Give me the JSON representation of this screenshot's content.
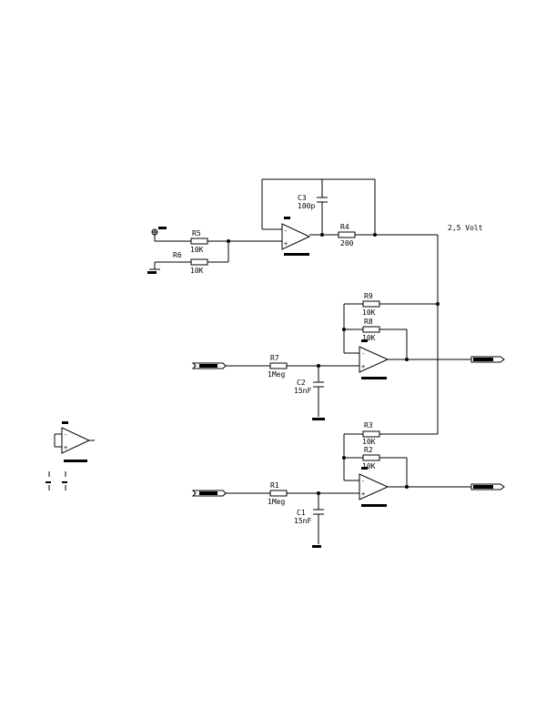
{
  "diagram": {
    "net_label": "2,5 Volt",
    "pin_plus": "+",
    "pin_minus": "-",
    "components": {
      "R1": {
        "ref": "R1",
        "value": "1Meg"
      },
      "R2": {
        "ref": "R2",
        "value": "10K"
      },
      "R3": {
        "ref": "R3",
        "value": "10K"
      },
      "R4": {
        "ref": "R4",
        "value": "200"
      },
      "R5": {
        "ref": "R5",
        "value": "10K"
      },
      "R6": {
        "ref": "R6",
        "value": "10K"
      },
      "R7": {
        "ref": "R7",
        "value": "1Meg"
      },
      "R8": {
        "ref": "R8",
        "value": "10K"
      },
      "R9": {
        "ref": "R9",
        "value": "10K"
      },
      "C1": {
        "ref": "C1",
        "value": "15nF"
      },
      "C2": {
        "ref": "C2",
        "value": "15nF"
      },
      "C3": {
        "ref": "C3",
        "value": "100p"
      }
    }
  }
}
